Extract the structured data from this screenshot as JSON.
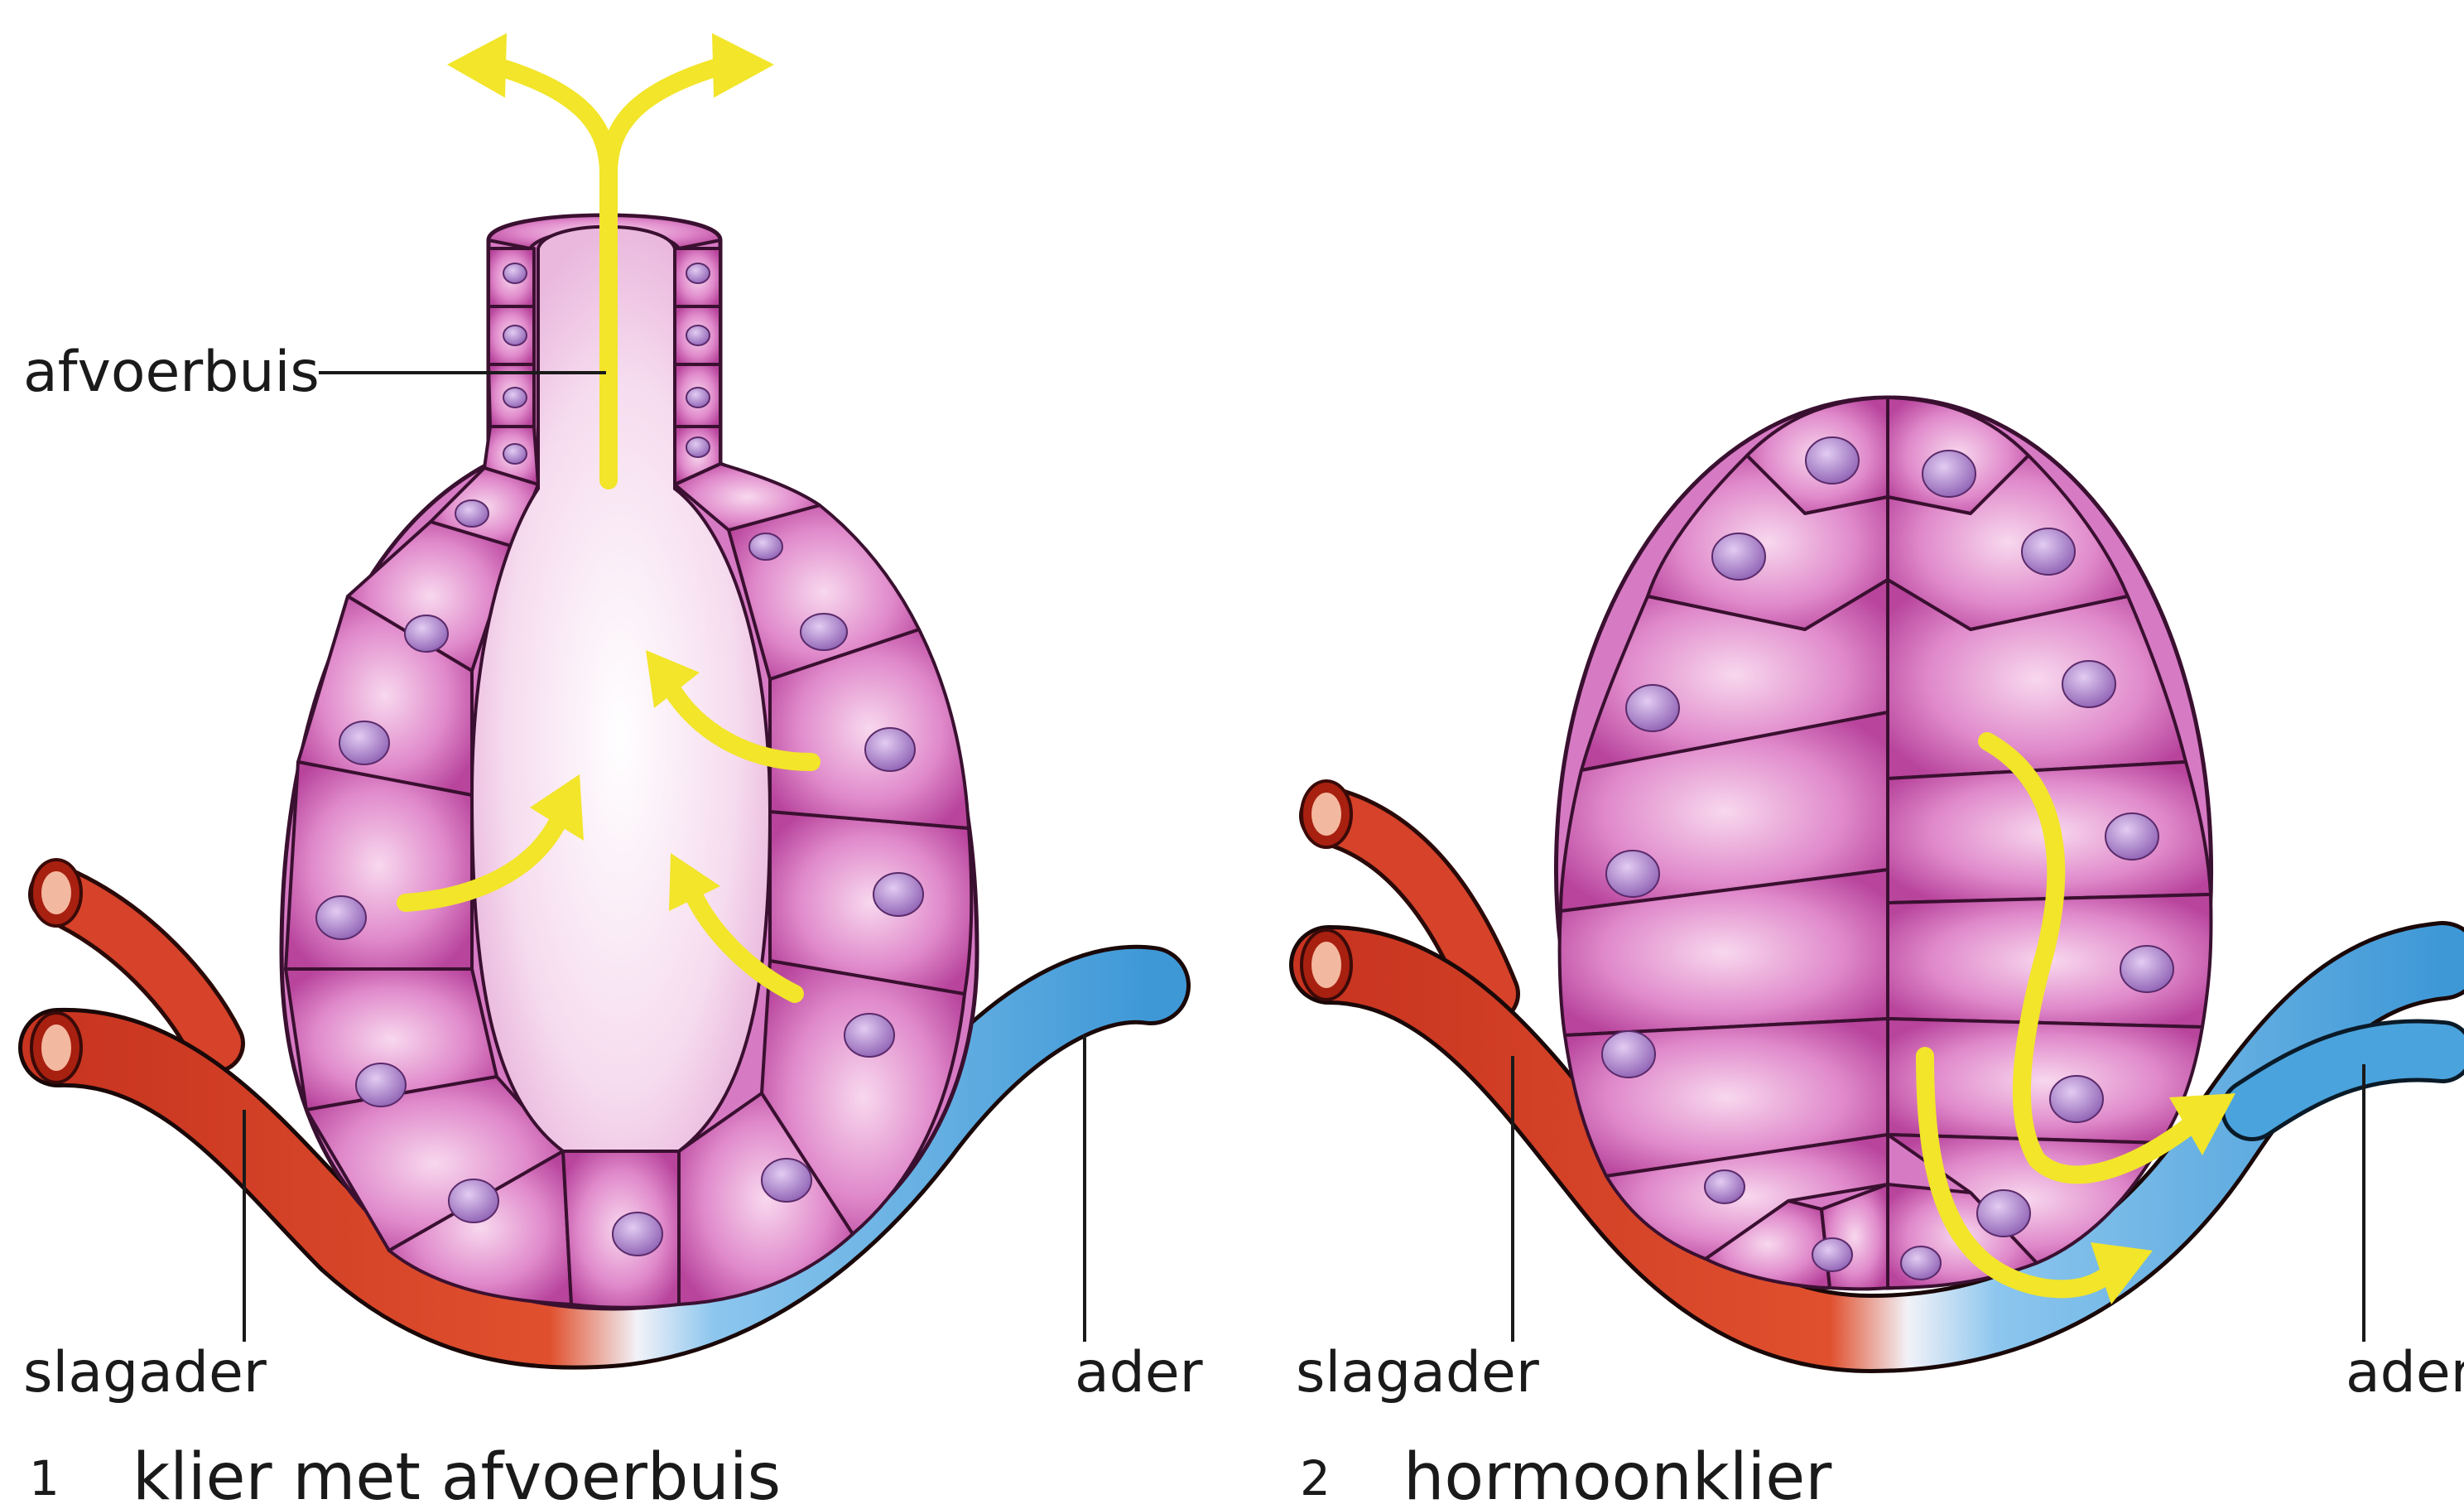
{
  "colors": {
    "artery": "#d6422a",
    "vein": "#4aa3dc",
    "cell": "#d77ac4",
    "cell_outline": "#3a1030",
    "nucleus": "#a77fc4",
    "lumen": "#f7e0f0",
    "secretion_arrow": "#f2e52a"
  },
  "figure1": {
    "number": "1",
    "caption": "klier met afvoerbuis",
    "labels": {
      "duct": "afvoerbuis",
      "artery": "slagader",
      "vein": "ader"
    }
  },
  "figure2": {
    "number": "2",
    "caption": "hormoonklier",
    "labels": {
      "artery": "slagader",
      "vein": "ader"
    }
  },
  "icons": [
    "secretion-arrow-icon"
  ]
}
